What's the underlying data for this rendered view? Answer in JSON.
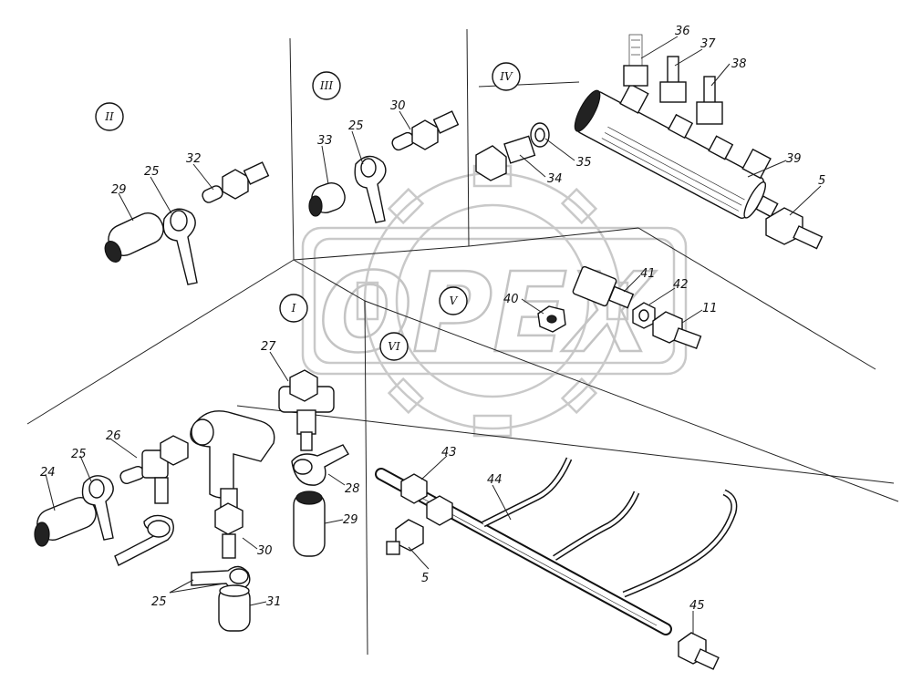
{
  "watermark": {
    "text": "OPEX"
  },
  "sections": [
    {
      "id": "s2",
      "label": "II"
    },
    {
      "id": "s3",
      "label": "III"
    },
    {
      "id": "s4",
      "label": "IV"
    },
    {
      "id": "s5",
      "label": "V"
    },
    {
      "id": "s1",
      "label": "I"
    },
    {
      "id": "s6",
      "label": "VI"
    }
  ],
  "callouts": {
    "c36": "36",
    "c37": "37",
    "c38": "38",
    "c39": "39",
    "c5a": "5",
    "c34": "34",
    "c35": "35",
    "c30a": "30",
    "c25a": "25",
    "c33": "33",
    "c32": "32",
    "c25b": "25",
    "c29a": "29",
    "c41": "41",
    "c40": "40",
    "c42": "42",
    "c11": "11",
    "c27": "27",
    "c26": "26",
    "c25c": "25",
    "c24": "24",
    "c28": "28",
    "c29b": "29",
    "c30b": "30",
    "c25d": "25",
    "c31": "31",
    "c43": "43",
    "c44": "44",
    "c5b": "5",
    "c45": "45"
  }
}
